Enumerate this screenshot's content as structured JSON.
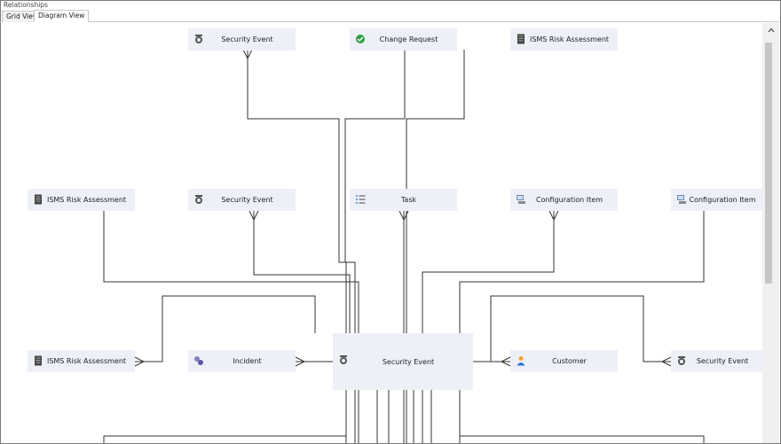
{
  "section_title": "Relationships",
  "tabs": [
    {
      "label": "Grid View",
      "active": false
    },
    {
      "label": "Diagram View",
      "active": true
    }
  ],
  "nodes": {
    "top_security_event": {
      "label": "Security Event",
      "icon": "security-event-icon"
    },
    "top_change_request": {
      "label": "Change Request",
      "icon": "change-request-icon"
    },
    "top_isms_risk": {
      "label": "ISMS Risk Assessment",
      "icon": "document-icon"
    },
    "mid_isms_risk": {
      "label": "ISMS Risk Assessment",
      "icon": "document-icon"
    },
    "mid_security_event": {
      "label": "Security Event",
      "icon": "security-event-icon"
    },
    "mid_task": {
      "label": "Task",
      "icon": "task-list-icon"
    },
    "mid_config_item_1": {
      "label": "Configuration Item",
      "icon": "computer-icon"
    },
    "mid_config_item_2": {
      "label": "Configuration Item",
      "icon": "computer-icon"
    },
    "low_isms_risk": {
      "label": "ISMS Risk Assessment",
      "icon": "document-icon"
    },
    "low_incident": {
      "label": "Incident",
      "icon": "incident-icon"
    },
    "center_security_event": {
      "label": "Security Event",
      "icon": "security-event-icon"
    },
    "low_customer": {
      "label": "Customer",
      "icon": "person-icon"
    },
    "low_security_event": {
      "label": "Security Event",
      "icon": "security-event-icon"
    }
  },
  "colors": {
    "node_fill": "#eef0f8",
    "link": "#333333",
    "change_request_green": "#2ea043",
    "person_blue": "#2b6fd6",
    "person_orange": "#f2a23a"
  }
}
